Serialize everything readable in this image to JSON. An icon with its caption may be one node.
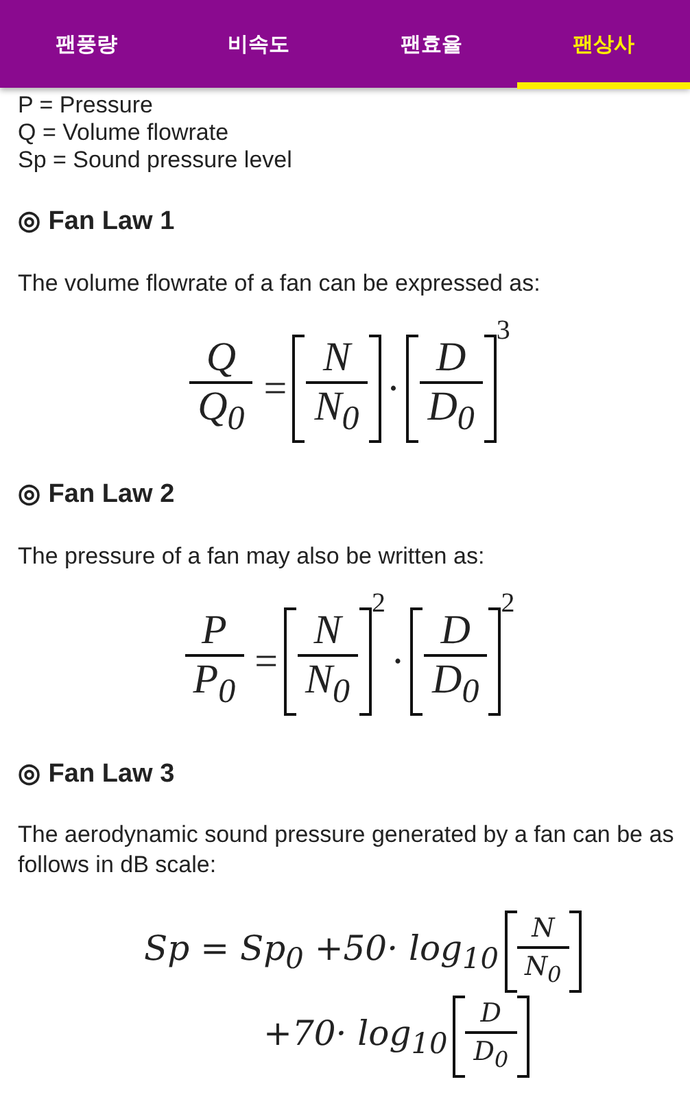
{
  "diagram": {
    "labels": [
      "팬풍량",
      "비속도",
      "팬효율",
      "팬상사",
      "P = Pressure",
      "Q = Volume flowrate",
      "Sp = Sound pressure level",
      "◎ Fan Law 1",
      "The volume flowrate of a fan can be expressed as:",
      "Q",
      "Q$_{0}$",
      "=",
      "N",
      "N$_{0}$",
      "·",
      "D",
      "D$_{0}$",
      "3",
      "◎ Fan Law 2",
      "The pressure of a fan may also be written as:",
      "P",
      "P$_{0}$",
      "=",
      "N",
      "N$_{0}$",
      "2",
      "·",
      "D",
      "D$_{0}$",
      "2",
      "◎ Fan Law 3",
      "The aerodynamic sound pressure generated by a fan can be as follows in dB scale:",
      "Sp = Sp$_{0}$ +50· log$_{10}$",
      "N",
      "N$_{0}$",
      "+70· log$_{10}$",
      "D",
      "D$_{0}$"
    ]
  }
}
